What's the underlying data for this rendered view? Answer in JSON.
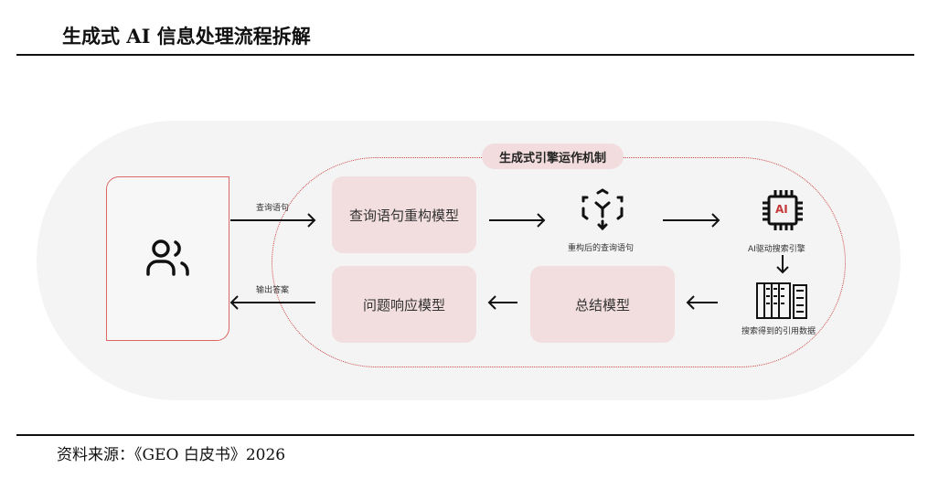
{
  "header": {
    "title": "生成式 AI 信息处理流程拆解"
  },
  "footer": {
    "source": "资料来源：《GEO 白皮书》2026"
  },
  "diagram": {
    "engine_label": "生成式引擎运作机制",
    "query_label": "查询语句",
    "output_label": "输出答案",
    "query_rewrite_model": "查询语句重构模型",
    "response_model": "问题响应模型",
    "summary_model": "总结模型",
    "rewritten_query": "重构后的查询语句",
    "ai_search_engine": "AI驱动搜索引擎",
    "ai_chip_text": "AI",
    "cited_data": "搜索得到的引用数据"
  },
  "colors": {
    "accent": "#c43a3a",
    "box_fill": "#f2dedf",
    "background": "#f4f4f4"
  }
}
